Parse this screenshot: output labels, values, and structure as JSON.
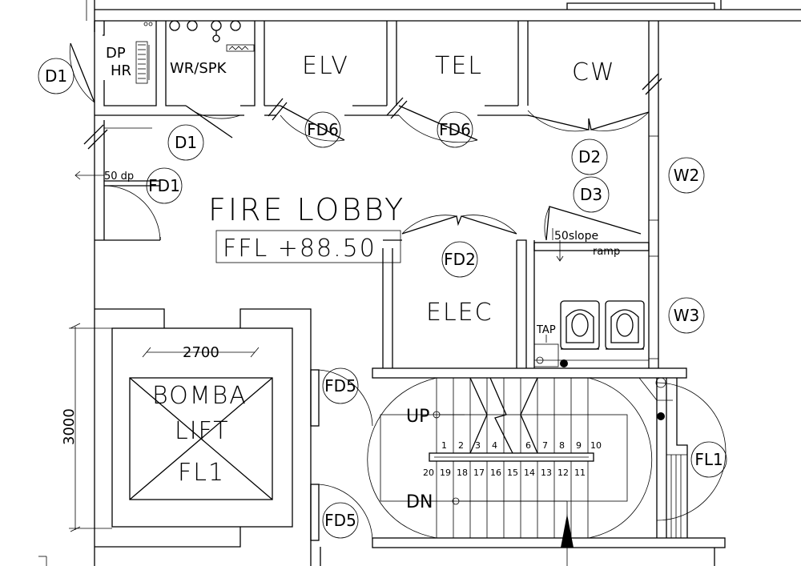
{
  "rooms": {
    "dp_hr_1": "DP",
    "dp_hr_2": "HR",
    "wr_spk": "WR/SPK",
    "elv": "ELV",
    "tel": "TEL",
    "cw": "CW",
    "fire_lobby": "FIRE LOBBY",
    "ffl": "FFL +88.50",
    "elec": "ELEC",
    "bomba_1": "BOMBA",
    "bomba_2": "LIFT",
    "bomba_3": "FL1"
  },
  "door_tags": {
    "d1_left": "D1",
    "d1": "D1",
    "fd6_a": "FD6",
    "fd6_b": "FD6",
    "d2": "D2",
    "d3": "D3",
    "fd1": "FD1",
    "fd2": "FD2",
    "fd5_a": "FD5",
    "fd5_b": "FD5",
    "w2": "W2",
    "w3": "W3",
    "fl1": "FL1"
  },
  "notes": {
    "dp": "50 dp",
    "slope": "50slope",
    "ramp": "ramp",
    "tap": "TAP",
    "up": "UP",
    "dn": "DN"
  },
  "dimensions": {
    "width": "2700",
    "height": "3000"
  },
  "stairs": {
    "up_numbers": [
      "1",
      "2",
      "3",
      "4",
      "6",
      "7",
      "8",
      "9",
      "10"
    ],
    "down_numbers": [
      "20",
      "19",
      "18",
      "17",
      "16",
      "15",
      "14",
      "13",
      "12",
      "11"
    ]
  }
}
